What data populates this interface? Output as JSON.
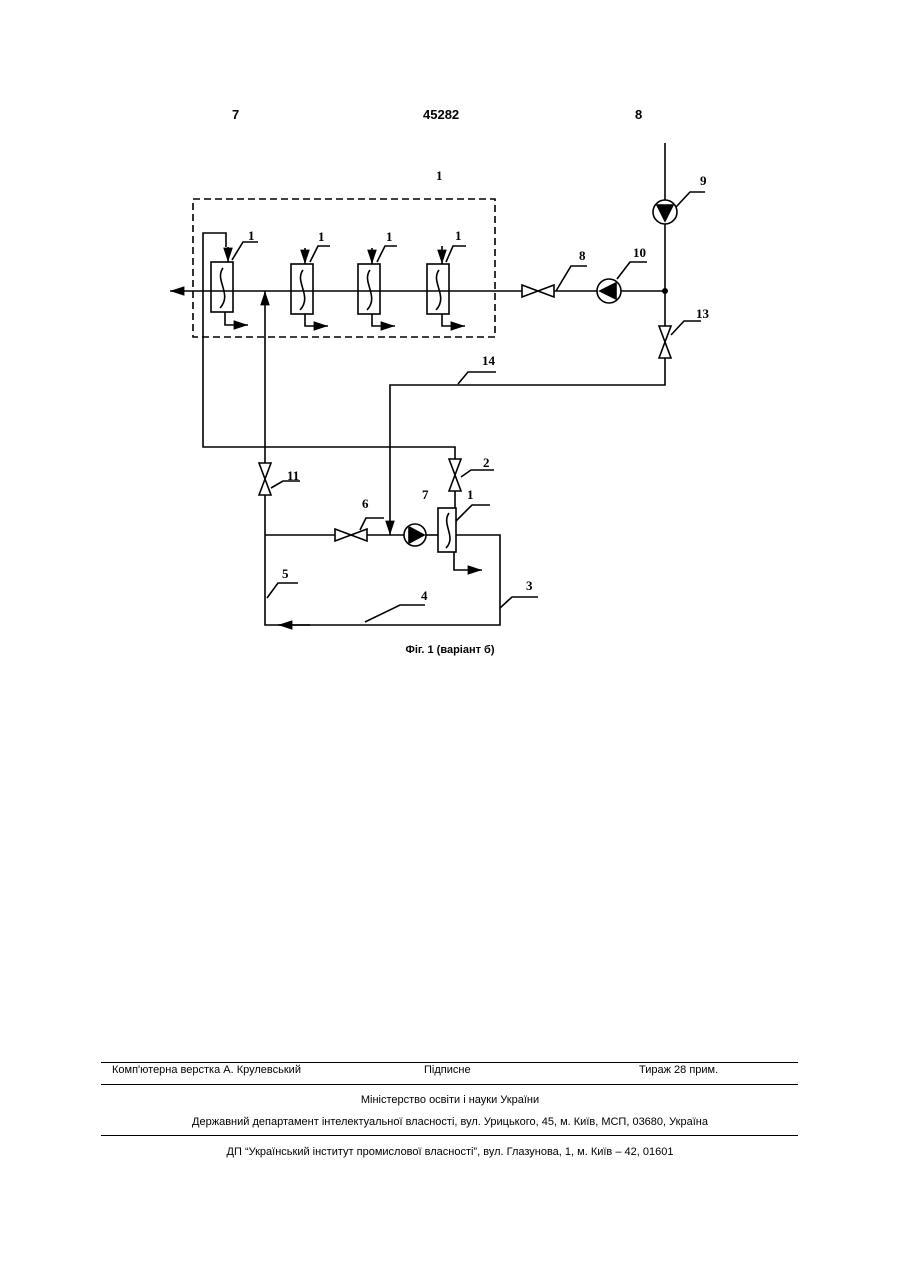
{
  "header": {
    "left_page": "7",
    "patent_number": "45282",
    "right_page": "8"
  },
  "figure": {
    "caption": "Фіг. 1 (варіант б)",
    "labels": {
      "top_block": "1",
      "exchanger_a": "1",
      "exchanger_b": "1",
      "exchanger_c": "1",
      "exchanger_d": "1",
      "valve_8": "8",
      "pump_10": "10",
      "pump_9": "9",
      "valve_13": "13",
      "line_14": "14",
      "valve_2": "2",
      "valve_11": "11",
      "valve_6": "6",
      "pump_7": "7",
      "exchanger_bottom": "1",
      "line_5": "5",
      "line_4": "4",
      "line_3": "3"
    }
  },
  "footer": {
    "layout": "Комп'ютерна верстка А. Крулевський",
    "subscription": "Підписне",
    "circulation": "Тираж 28 прим.",
    "ministry": "Міністерство освіти і науки України",
    "department": "Державний департамент інтелектуальної власності, вул. Урицького, 45, м. Київ, МСП, 03680, Україна",
    "institute": "ДП “Український інститут промислової власності”, вул. Глазунова, 1, м. Київ – 42, 01601"
  }
}
